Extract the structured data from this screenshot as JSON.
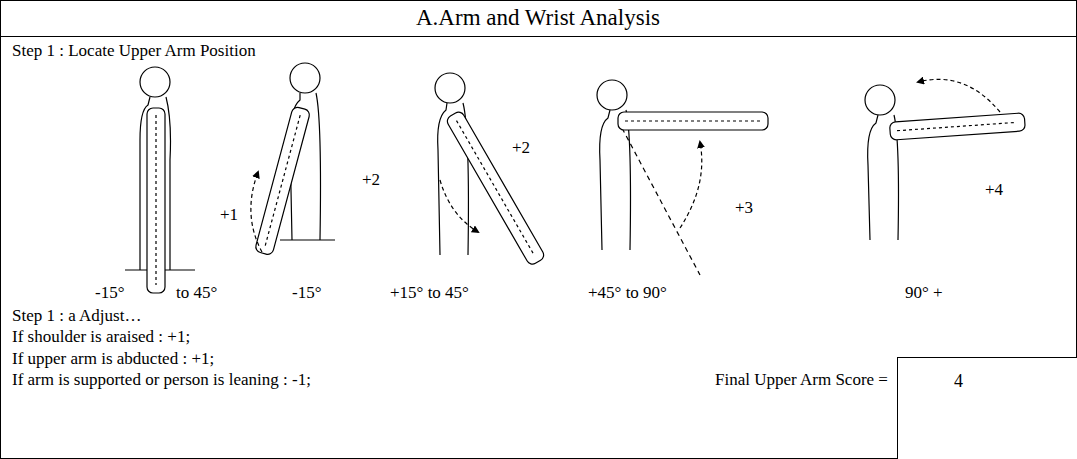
{
  "diagram": {
    "title": "A.Arm and Wrist Analysis",
    "nodes": [
      {
        "text": [
          "4"
        ]
      }
    ],
    "labels": [
      "Step 1 : Locate Upper Arm Position",
      "+1",
      "-15°",
      "to 45°",
      "+2",
      "-15°",
      "+2",
      "+15° to 45°",
      "+3",
      "+45° to 90°",
      "+4",
      "90° +",
      "Step 1 : a Adjust…",
      "If shoulder is araised : +1;",
      "If upper arm is abducted : +1;",
      "If arm is supported or person is leaning : -1;",
      "Final Upper Arm Score ="
    ]
  }
}
